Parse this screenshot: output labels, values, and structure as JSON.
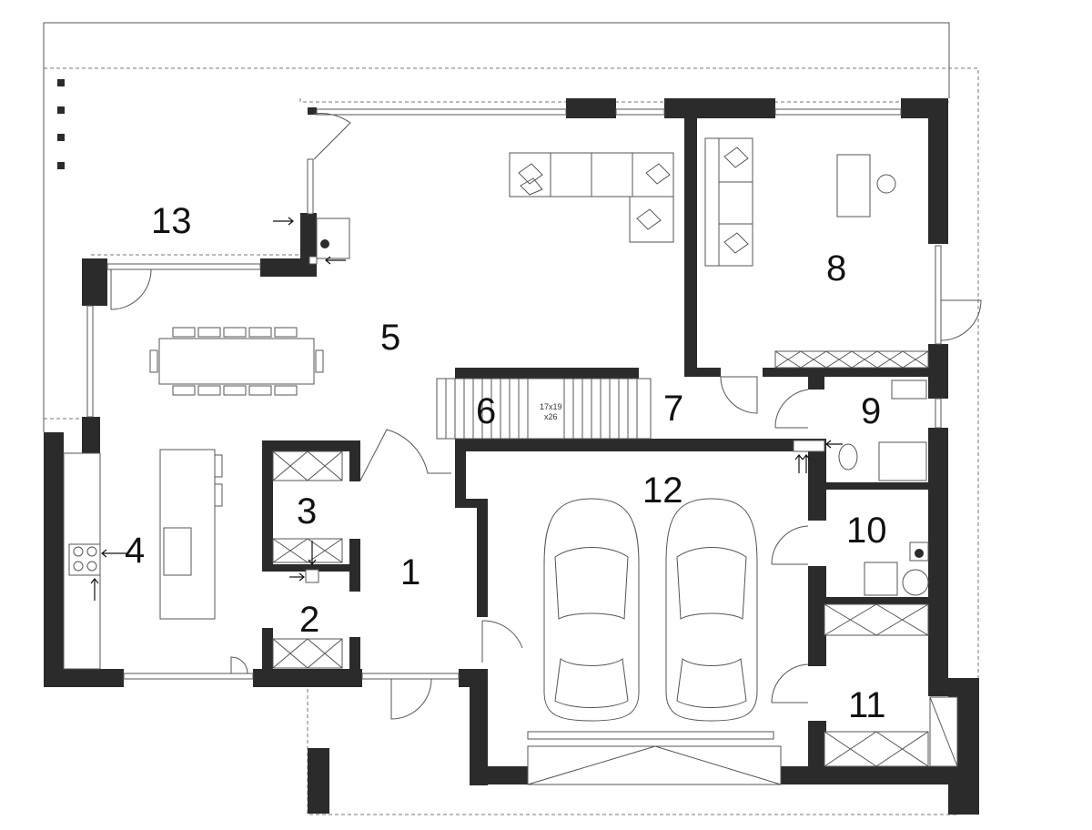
{
  "rooms": [
    {
      "id": "1",
      "label": "1"
    },
    {
      "id": "2",
      "label": "2"
    },
    {
      "id": "3",
      "label": "3"
    },
    {
      "id": "4",
      "label": "4"
    },
    {
      "id": "5",
      "label": "5"
    },
    {
      "id": "6",
      "label": "6"
    },
    {
      "id": "7",
      "label": "7"
    },
    {
      "id": "8",
      "label": "8"
    },
    {
      "id": "9",
      "label": "9"
    },
    {
      "id": "10",
      "label": "10"
    },
    {
      "id": "11",
      "label": "11"
    },
    {
      "id": "12",
      "label": "12"
    },
    {
      "id": "13",
      "label": "13"
    }
  ],
  "stairs": {
    "dimensions": "17x19",
    "count": "x26"
  },
  "colors": {
    "wall": "#2b2b2b",
    "line": "#555555",
    "background": "#ffffff"
  }
}
